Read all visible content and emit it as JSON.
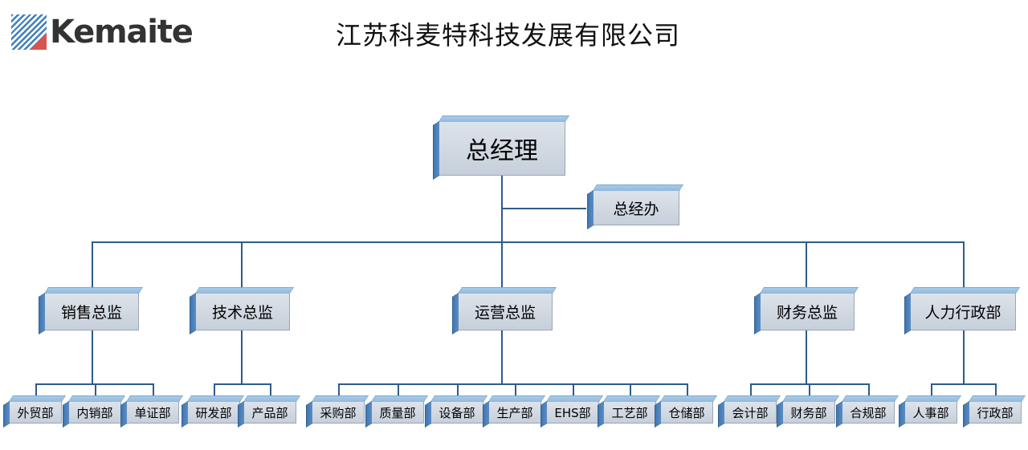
{
  "header": {
    "logo_text": "Kemaite",
    "logo_icon": "kemaite-striped-square-logo",
    "company_title": "江苏科麦特科技发展有限公司"
  },
  "chart_data": {
    "type": "diagram",
    "diagram_type": "organization-chart",
    "title": "江苏科麦特科技发展有限公司",
    "root": "总经理",
    "staff_unit": "总经办",
    "nodes": [
      {
        "id": "gm",
        "label": "总经理",
        "level": 1,
        "parent": null
      },
      {
        "id": "gmo",
        "label": "总经办",
        "level": 1.5,
        "parent": "gm",
        "role": "staff"
      },
      {
        "id": "sales",
        "label": "销售总监",
        "level": 2,
        "parent": "gm"
      },
      {
        "id": "tech",
        "label": "技术总监",
        "level": 2,
        "parent": "gm"
      },
      {
        "id": "ops",
        "label": "运营总监",
        "level": 2,
        "parent": "gm"
      },
      {
        "id": "finance",
        "label": "财务总监",
        "level": 2,
        "parent": "gm"
      },
      {
        "id": "hr",
        "label": "人力行政部",
        "level": 2,
        "parent": "gm"
      },
      {
        "id": "d1",
        "label": "外贸部",
        "level": 3,
        "parent": "sales"
      },
      {
        "id": "d2",
        "label": "内销部",
        "level": 3,
        "parent": "sales"
      },
      {
        "id": "d3",
        "label": "单证部",
        "level": 3,
        "parent": "sales"
      },
      {
        "id": "d4",
        "label": "研发部",
        "level": 3,
        "parent": "tech"
      },
      {
        "id": "d5",
        "label": "产品部",
        "level": 3,
        "parent": "tech"
      },
      {
        "id": "d6",
        "label": "采购部",
        "level": 3,
        "parent": "ops"
      },
      {
        "id": "d7",
        "label": "质量部",
        "level": 3,
        "parent": "ops"
      },
      {
        "id": "d8",
        "label": "设备部",
        "level": 3,
        "parent": "ops"
      },
      {
        "id": "d9",
        "label": "生产部",
        "level": 3,
        "parent": "ops"
      },
      {
        "id": "d10",
        "label": "EHS部",
        "level": 3,
        "parent": "ops"
      },
      {
        "id": "d11",
        "label": "工艺部",
        "level": 3,
        "parent": "ops"
      },
      {
        "id": "d12",
        "label": "仓储部",
        "level": 3,
        "parent": "ops"
      },
      {
        "id": "d13",
        "label": "会计部",
        "level": 3,
        "parent": "finance"
      },
      {
        "id": "d14",
        "label": "财务部",
        "level": 3,
        "parent": "finance"
      },
      {
        "id": "d15",
        "label": "合规部",
        "level": 3,
        "parent": "finance"
      },
      {
        "id": "d16",
        "label": "人事部",
        "level": 3,
        "parent": "hr"
      },
      {
        "id": "d17",
        "label": "行政部",
        "level": 3,
        "parent": "hr"
      }
    ],
    "groups": {
      "sales": [
        "外贸部",
        "内销部",
        "单证部"
      ],
      "tech": [
        "研发部",
        "产品部"
      ],
      "ops": [
        "采购部",
        "质量部",
        "设备部",
        "生产部",
        "EHS部",
        "工艺部",
        "仓储部"
      ],
      "finance": [
        "会计部",
        "财务部",
        "合规部"
      ],
      "hr": [
        "人事部",
        "行政部"
      ]
    },
    "colors": {
      "box_fill": "#d3dae3",
      "box_top_bevel": "#9dc3e6",
      "box_left_bevel": "#4a7cb5",
      "box_border": "#9aa7b6",
      "connector": "#2e5c8a",
      "logo_blue": "#3d7fc1",
      "logo_red": "#d9534f",
      "text": "#000000",
      "background": "#ffffff"
    }
  }
}
